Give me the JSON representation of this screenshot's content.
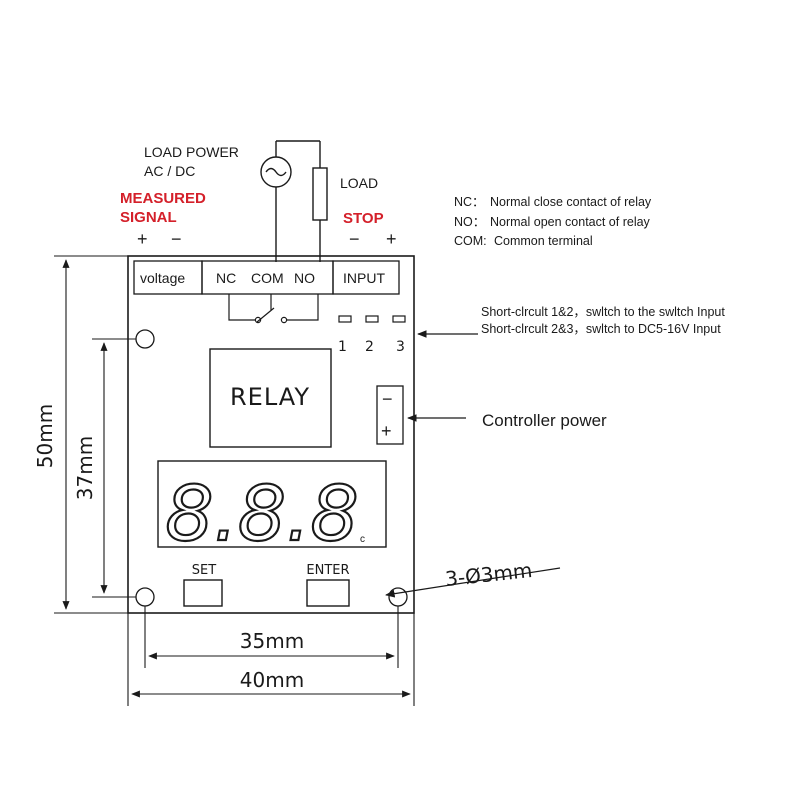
{
  "load_power": {
    "line1": "LOAD  POWER",
    "line2": "AC / DC"
  },
  "load_label": "LOAD",
  "measured_signal": {
    "line1": "MEASURED",
    "line2": "SIGNAL",
    "plus": "+",
    "minus": "−"
  },
  "stop": {
    "label": "STOP",
    "minus": "−",
    "plus": "+"
  },
  "legend": [
    {
      "key": "NC：",
      "text": "Normal close contact of relay"
    },
    {
      "key": "NO：",
      "text": "Normal open   contact of relay"
    },
    {
      "key": "COM:",
      "text": "Common terminal"
    }
  ],
  "terminals": {
    "voltage": "voltage",
    "nc": "NC",
    "com": "COM",
    "no": "NO",
    "input": "INPUT"
  },
  "short_circuit": [
    "Short-clrcult 1&2，swltch to the swltch Input",
    "Short-clrcult 2&3，swltch to  DC5-16V Input"
  ],
  "jumper_numbers": [
    "1",
    "2",
    "3"
  ],
  "relay_label": "RELAY",
  "controller_power": {
    "label": "Controller power",
    "minus": "−",
    "plus": "+"
  },
  "display": {
    "digits": "8.8.8",
    "unit_mark": "c"
  },
  "buttons": {
    "set": "SET",
    "enter": "ENTER"
  },
  "dimensions": {
    "height_outer": "50mm",
    "height_inner": "37mm",
    "width_inner": "35mm",
    "width_outer": "40mm",
    "holes": "3-Ø3mm"
  },
  "colors": {
    "accent_red": "#d4202a",
    "line": "#1a1a1a"
  }
}
